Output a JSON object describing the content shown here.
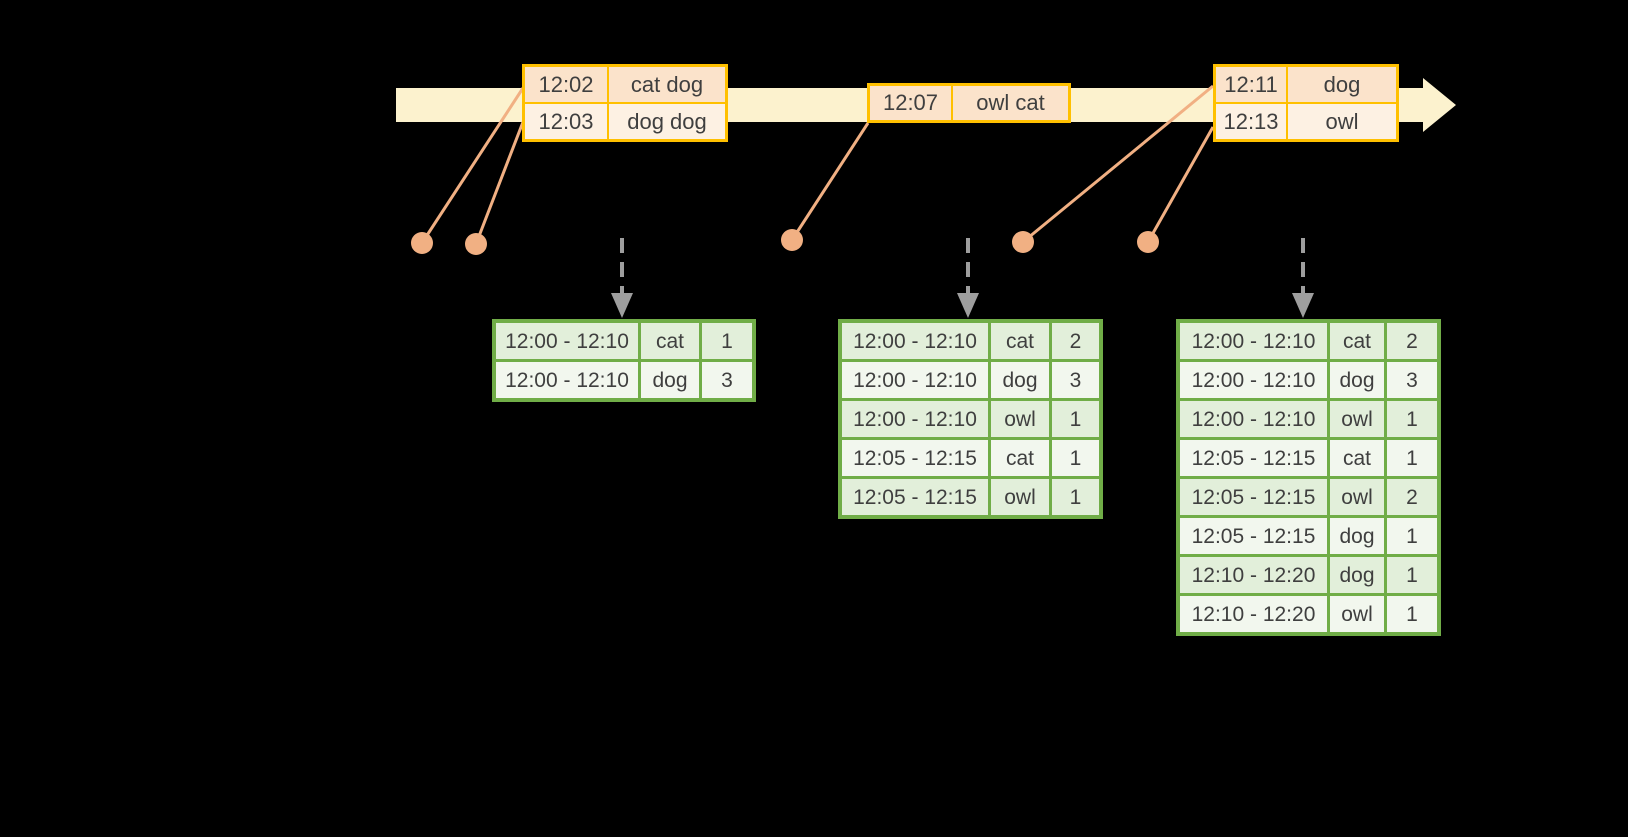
{
  "background": "#000000",
  "colors": {
    "timeline_fill": "#FCF2CE",
    "event_table_border": "#FFC000",
    "event_row_fill_dark": "#FBE3CB",
    "event_row_fill_light": "#FDF1E3",
    "connector_orange": "#F1B083",
    "trigger_arrow_gray": "#9E9E9E",
    "result_table_border": "#70AD47",
    "result_row_fill_dark": "#E2EFDA",
    "result_row_fill_light": "#F2F7EE",
    "text": "#3F3F3F"
  },
  "icons": {
    "timeline": "timeline-arrow-icon",
    "event_marker": "event-dot-icon",
    "connector": "event-connector-line",
    "trigger": "trigger-down-arrow-icon"
  },
  "event_tables": [
    {
      "id": "e1",
      "rows": [
        {
          "time": "12:02",
          "words": "cat dog"
        },
        {
          "time": "12:03",
          "words": "dog dog"
        }
      ]
    },
    {
      "id": "e2",
      "rows": [
        {
          "time": "12:07",
          "words": "owl cat"
        }
      ]
    },
    {
      "id": "e3",
      "rows": [
        {
          "time": "12:11",
          "words": "dog"
        },
        {
          "time": "12:13",
          "words": "owl"
        }
      ]
    }
  ],
  "result_tables": [
    {
      "id": "g1",
      "rows": [
        {
          "window": "12:00 - 12:10",
          "word": "cat",
          "count": "1"
        },
        {
          "window": "12:00 - 12:10",
          "word": "dog",
          "count": "3"
        }
      ]
    },
    {
      "id": "g2",
      "rows": [
        {
          "window": "12:00 - 12:10",
          "word": "cat",
          "count": "2"
        },
        {
          "window": "12:00 - 12:10",
          "word": "dog",
          "count": "3"
        },
        {
          "window": "12:00 - 12:10",
          "word": "owl",
          "count": "1"
        },
        {
          "window": "12:05 - 12:15",
          "word": "cat",
          "count": "1"
        },
        {
          "window": "12:05 - 12:15",
          "word": "owl",
          "count": "1"
        }
      ]
    },
    {
      "id": "g3",
      "rows": [
        {
          "window": "12:00 - 12:10",
          "word": "cat",
          "count": "2"
        },
        {
          "window": "12:00 - 12:10",
          "word": "dog",
          "count": "3"
        },
        {
          "window": "12:00 - 12:10",
          "word": "owl",
          "count": "1"
        },
        {
          "window": "12:05 - 12:15",
          "word": "cat",
          "count": "1"
        },
        {
          "window": "12:05 - 12:15",
          "word": "owl",
          "count": "2"
        },
        {
          "window": "12:05 - 12:15",
          "word": "dog",
          "count": "1"
        },
        {
          "window": "12:10 - 12:20",
          "word": "dog",
          "count": "1"
        },
        {
          "window": "12:10 - 12:20",
          "word": "owl",
          "count": "1"
        }
      ]
    }
  ]
}
